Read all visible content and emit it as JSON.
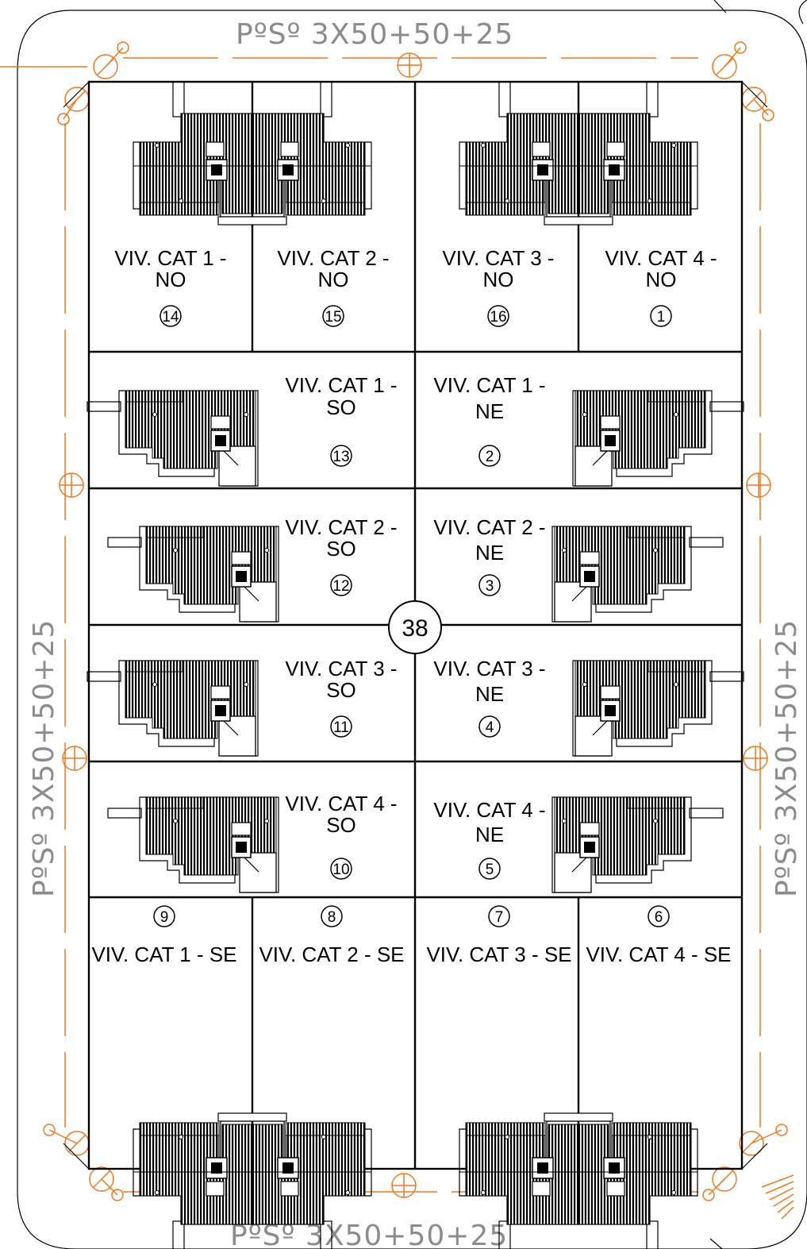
{
  "colors": {
    "line": "#000000",
    "cable": "#f07820",
    "cable_text": "#8c8c8c",
    "hatch": "#000000"
  },
  "cable_label": "PºSº  3X50+50+25",
  "block_number": "38",
  "lots": [
    {
      "id": "14",
      "label1": "VIV. CAT 1 -",
      "label2": "NO"
    },
    {
      "id": "15",
      "label1": "VIV. CAT 2 -",
      "label2": "NO"
    },
    {
      "id": "16",
      "label1": "VIV. CAT 3 -",
      "label2": "NO"
    },
    {
      "id": "1",
      "label1": "VIV. CAT 4 -",
      "label2": "NO"
    },
    {
      "id": "13",
      "label1": "VIV. CAT 1 -",
      "label2": "SO"
    },
    {
      "id": "2",
      "label1": "VIV. CAT 1 -",
      "label2": "NE"
    },
    {
      "id": "12",
      "label1": "VIV. CAT 2 -",
      "label2": "SO"
    },
    {
      "id": "3",
      "label1": "VIV. CAT 2 -",
      "label2": "NE"
    },
    {
      "id": "11",
      "label1": "VIV. CAT 3 -",
      "label2": "SO"
    },
    {
      "id": "4",
      "label1": "VIV. CAT 3 -",
      "label2": "NE"
    },
    {
      "id": "10",
      "label1": "VIV. CAT 4 -",
      "label2": "SO"
    },
    {
      "id": "5",
      "label1": "VIV. CAT 4 -",
      "label2": "NE"
    },
    {
      "id": "9",
      "label1": "VIV. CAT 1 - SE",
      "label2": ""
    },
    {
      "id": "8",
      "label1": "VIV. CAT 2 - SE",
      "label2": ""
    },
    {
      "id": "7",
      "label1": "VIV. CAT 3 - SE",
      "label2": ""
    },
    {
      "id": "6",
      "label1": "VIV. CAT 4 - SE",
      "label2": ""
    }
  ]
}
